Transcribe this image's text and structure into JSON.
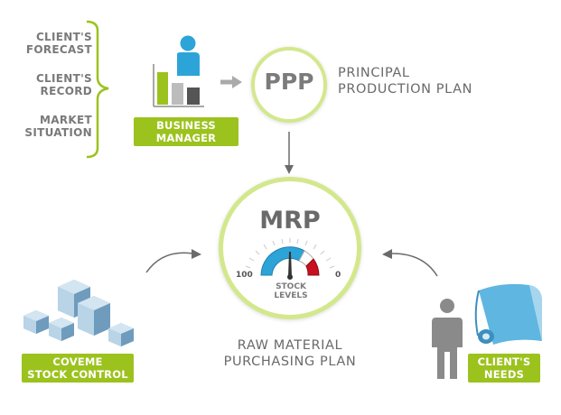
{
  "inputs": [
    "CLIENT'S\nFORECAST",
    "CLIENT'S\nRECORD",
    "MARKET\nSITUATION"
  ],
  "business_manager": "BUSINESS\nMANAGER",
  "ppp": {
    "title": "PPP",
    "caption": "PRINCIPAL\nPRODUCTION PLAN"
  },
  "mrp": {
    "title": "MRP",
    "gauge_max": "100",
    "gauge_min": "0",
    "gauge_label": "STOCK\nLEVELS",
    "caption": "RAW MATERIAL\nPURCHASING PLAN"
  },
  "stock_control": "COVEME\nSTOCK CONTROL",
  "client_needs": "CLIENT'S\nNEEDS",
  "colors": {
    "green": "#9cc21e",
    "blue": "#2da4d8",
    "red": "#c8101e",
    "gray": "#7a7a7a"
  },
  "icons": [
    "bracket-icon",
    "person-icon",
    "bar-chart-icon",
    "arrow-right-icon",
    "arrow-down-icon",
    "curved-arrow-icon",
    "boxes-icon",
    "film-roll-icon",
    "gauge-icon"
  ]
}
